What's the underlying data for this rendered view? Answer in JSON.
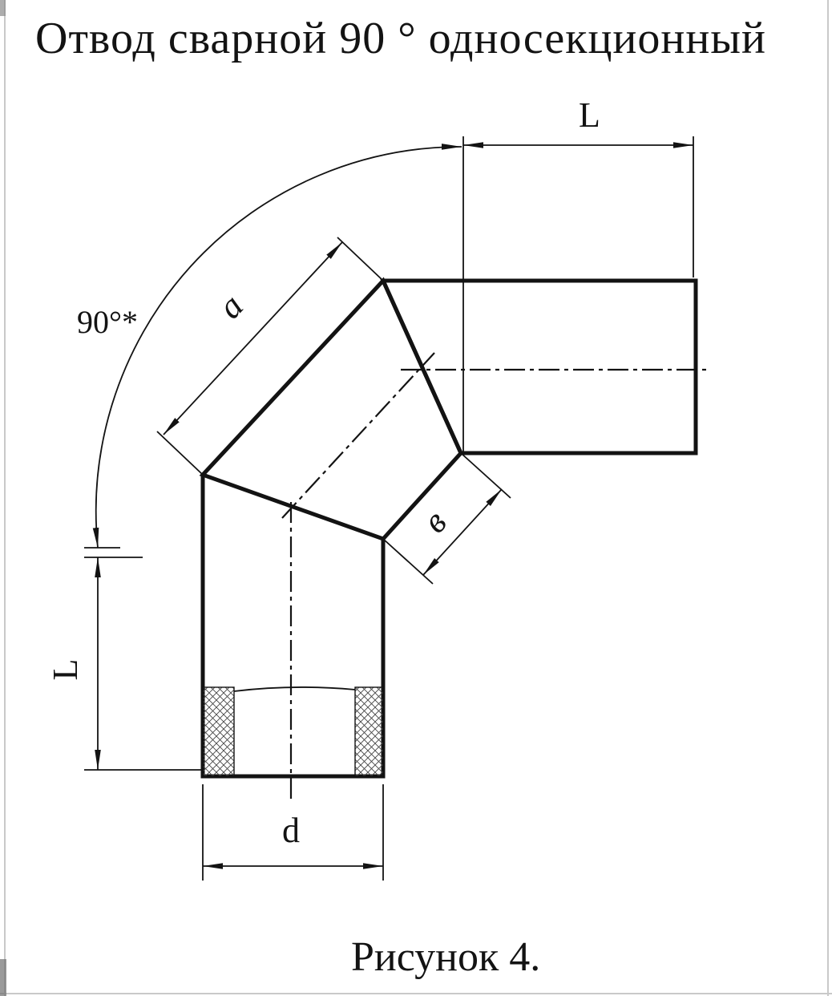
{
  "title": "Отвод сварной 90 ° односекционный",
  "figure_caption": "Рисунок 4.",
  "dimensions": {
    "top_length": "L",
    "left_length": "L",
    "section_length": "a",
    "inner_face": "в",
    "diameter": "d",
    "angle": "90°*"
  },
  "colors": {
    "ink": "#131313",
    "paper": "#ffffff"
  }
}
